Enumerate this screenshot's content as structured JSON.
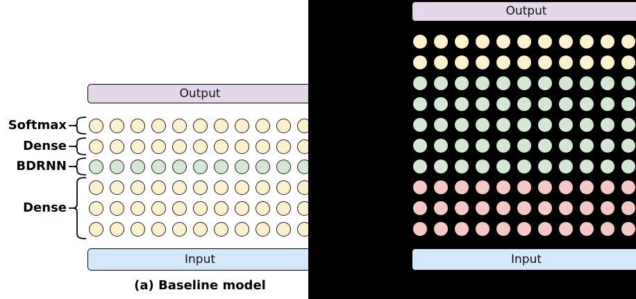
{
  "left": {
    "output_label": "Output",
    "input_label": "Input",
    "caption": "(a) Baseline model",
    "columns": 11,
    "rows": [
      "yellow",
      "yellow",
      "green",
      "yellow",
      "yellow",
      "yellow"
    ],
    "labels": [
      {
        "text": "Softmax"
      },
      {
        "text": "Dense"
      },
      {
        "text": "BDRNN"
      },
      {
        "text": "Dense"
      }
    ]
  },
  "right": {
    "output_label": "Output",
    "input_label": "Input",
    "columns": 11,
    "rows": [
      "yellow",
      "yellow",
      "green",
      "green",
      "green",
      "green",
      "green",
      "pink",
      "pink",
      "pink"
    ]
  },
  "palette": {
    "yellow": "#FBF1CF",
    "green": "#D6E6D4",
    "pink": "#F5C8C8",
    "lavender": "#E4D7EA",
    "blue": "#D5E8FA",
    "outline": "#1B1B1B",
    "background_right": "#000000"
  }
}
